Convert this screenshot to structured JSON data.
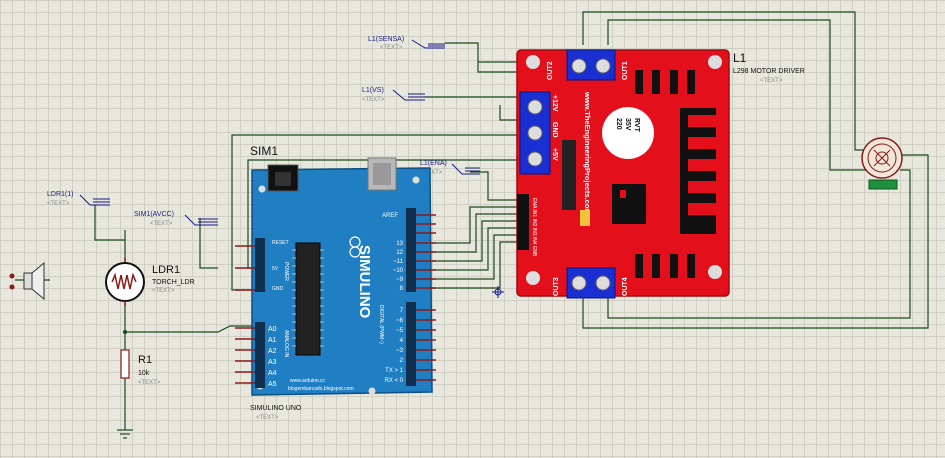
{
  "labels": {
    "l1_sensa": "L1(SENSA)",
    "l1_vs": "L1(VS)",
    "l1_ena": "L1(ENA)",
    "ldr1_1": "LDR1(1)",
    "sim1_avcc": "SIM1(AVCC)",
    "text_placeholder": "<TEXT>"
  },
  "arduino": {
    "ref": "SIM1",
    "name": "SIMULINO UNO",
    "brand": "SIMULINO",
    "site1": "www.arduino.cc",
    "site2": "blogembarcado.blogspot.com",
    "power_header": "POWER",
    "analog_header": "ANALOG IN",
    "digital_header": "DIGITAL (PWM~)",
    "pin_reset": "RESET",
    "pin_5v": "5V",
    "pin_gnd": "GND",
    "pin_aref": "AREF",
    "analog_pins": [
      "A0",
      "A1",
      "A2",
      "A3",
      "A4",
      "A5"
    ],
    "digital_pins_top": [
      "13",
      "12",
      "~11",
      "~10",
      "~9",
      "8"
    ],
    "digital_pins_bottom": [
      "7",
      "~6",
      "~5",
      "4",
      "~3",
      "2",
      "TX > 1",
      "RX < 0"
    ]
  },
  "motor_driver": {
    "ref": "L1",
    "name": "L298 MOTOR DRIVER",
    "website": "www.TheEngineeringProjects.com",
    "out1": "OUT1",
    "out2": "OUT2",
    "out3": "OUT3",
    "out4": "OUT4",
    "v12": "+12V",
    "gnd": "GND",
    "v5": "+5V",
    "cap_line1": "220",
    "cap_line2": "35V",
    "cap_line3": "RVT",
    "pins_header": "ENA IN1 IN2 IN3 IN4 ENB"
  },
  "ldr": {
    "ref": "LDR1",
    "name": "TORCH_LDR"
  },
  "resistor": {
    "ref": "R1",
    "value": "10k"
  },
  "colors": {
    "arduino_blue": "#1f7fc2",
    "driver_red": "#e3101c",
    "wire": "#1d4a1d",
    "pin_red": "#8b1a1a",
    "label_blue": "#1a1a8c",
    "placeholder_gray": "#8a8a8a"
  }
}
